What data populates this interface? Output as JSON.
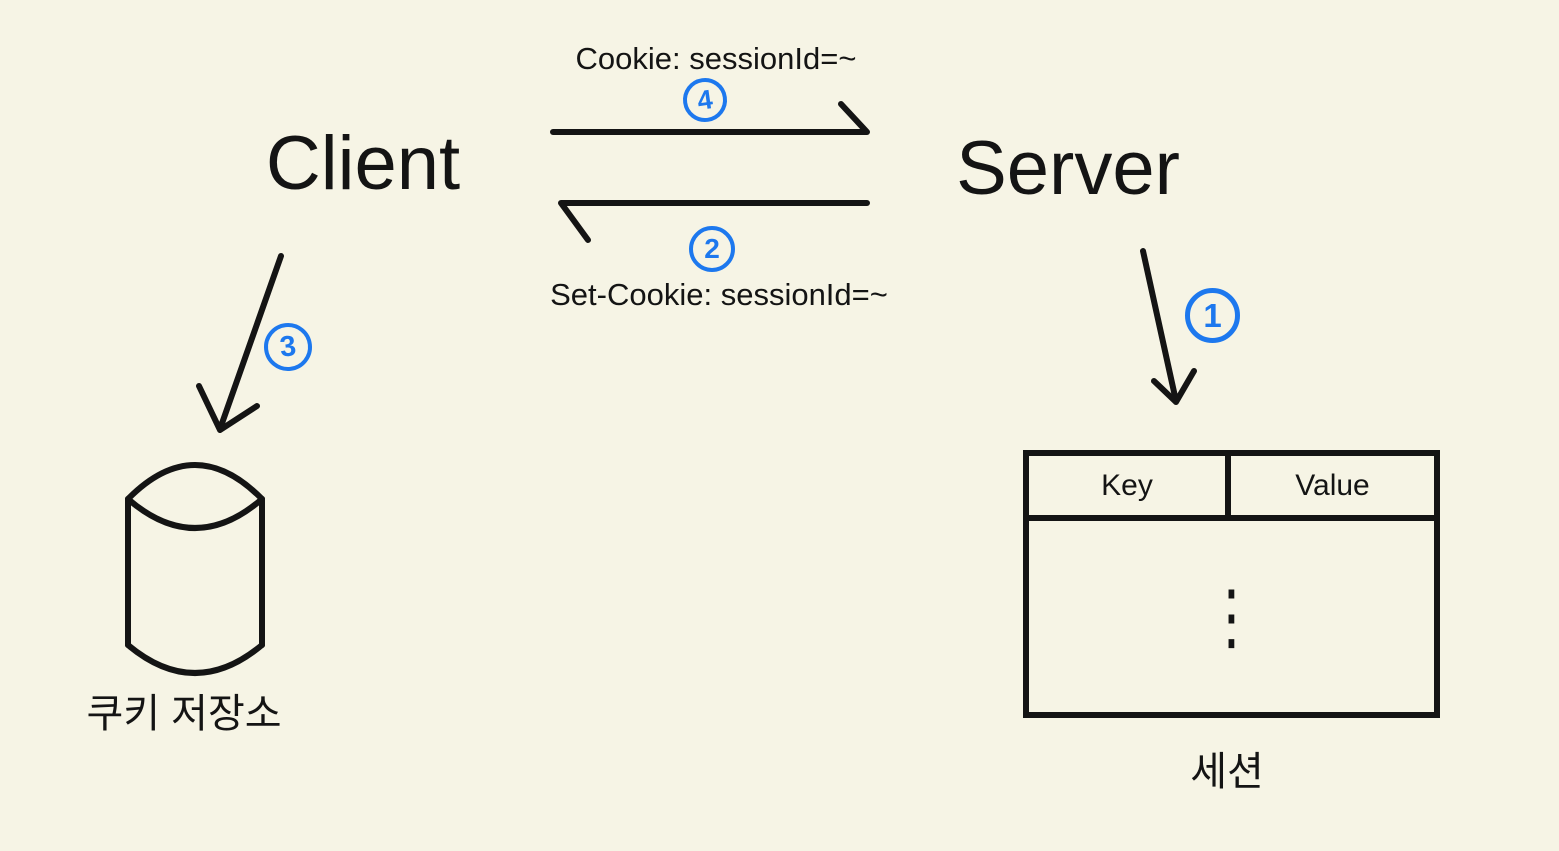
{
  "canvas": {
    "background": "#f6f4e5",
    "ink": "#141414",
    "accent": "#1d78ee"
  },
  "nodes": {
    "client": "Client",
    "server": "Server",
    "cookie_storage": "쿠키 저장소",
    "session": "세션"
  },
  "messages": {
    "request": "Cookie: sessionId=~",
    "response": "Set-Cookie: sessionId=~"
  },
  "steps": [
    "1",
    "2",
    "3",
    "4"
  ],
  "session_table": {
    "headers": [
      "Key",
      "Value"
    ],
    "more_rows_indicator": "⋮"
  }
}
